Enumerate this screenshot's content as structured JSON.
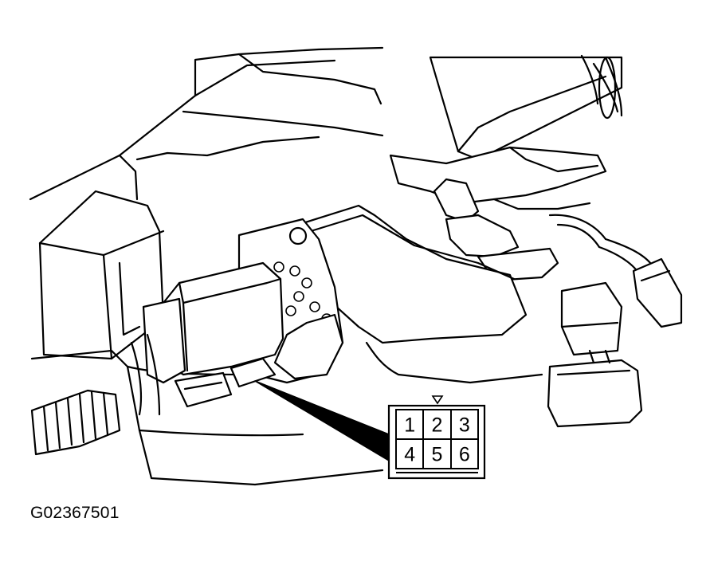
{
  "figure": {
    "code": "G02367501"
  },
  "connector": {
    "pins": [
      {
        "pin": "1",
        "row": 0,
        "col": 0
      },
      {
        "pin": "2",
        "row": 0,
        "col": 1
      },
      {
        "pin": "3",
        "row": 0,
        "col": 2
      },
      {
        "pin": "4",
        "row": 1,
        "col": 0
      },
      {
        "pin": "5",
        "row": 1,
        "col": 1
      },
      {
        "pin": "6",
        "row": 1,
        "col": 2
      }
    ]
  },
  "icons": {
    "key_marker": "triangle-down-icon",
    "pointer": "leader-wedge-icon"
  },
  "colors": {
    "line": "#000000",
    "background": "#ffffff"
  }
}
